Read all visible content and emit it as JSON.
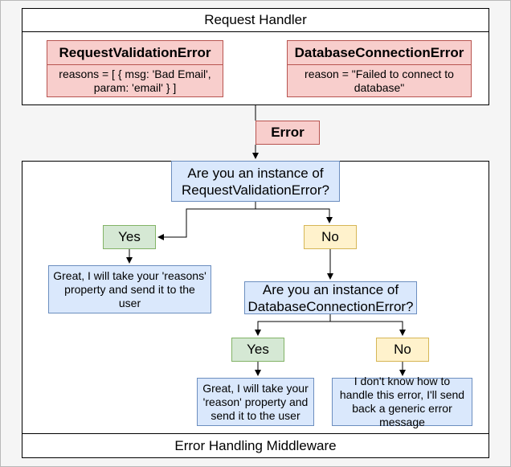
{
  "request_handler": {
    "title": "Request Handler",
    "request_validation_error": {
      "name": "RequestValidationError",
      "detail": "reasons = [ { msg: 'Bad Email', param: 'email' } ]"
    },
    "database_connection_error": {
      "name": "DatabaseConnectionError",
      "detail": "reason = \"Failed to connect to database\""
    }
  },
  "error_label": "Error",
  "middleware": {
    "title": "Error Handling Middleware",
    "question_1": "Are you an instance of RequestValidationError?",
    "yes_1": "Yes",
    "no_1": "No",
    "result_reasons": "Great, I will take your 'reasons' property and send it to the user",
    "question_2": "Are you an instance of DatabaseConnectionError?",
    "yes_2": "Yes",
    "no_2": "No",
    "result_reason": "Great, I will take your 'reason' property and send it to the user",
    "result_generic": "I don't know how to handle this error, I'll send back a generic error message"
  },
  "colors": {
    "error_fill": "#f8cecc",
    "error_stroke": "#b85450",
    "question_fill": "#dae8fc",
    "question_stroke": "#6c8ebf",
    "yes_fill": "#d5e8d4",
    "yes_stroke": "#82b366",
    "no_fill": "#fff2cc",
    "no_stroke": "#d6b656"
  }
}
